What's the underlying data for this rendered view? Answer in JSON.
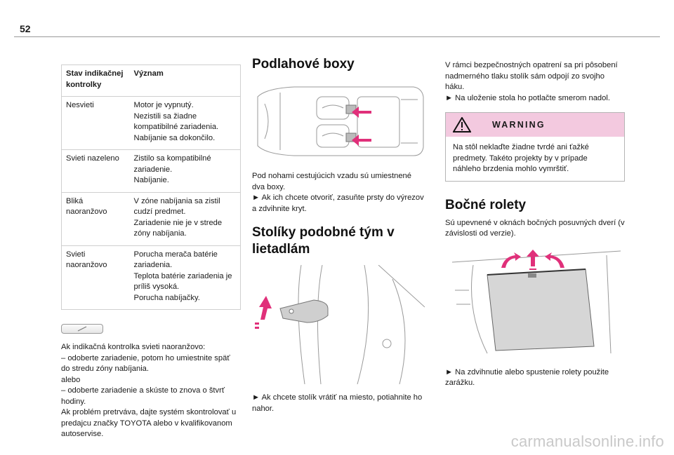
{
  "page": {
    "number": "52"
  },
  "table": {
    "headers": [
      "Stav indikačnej kontrolky",
      "Význam"
    ],
    "rows": [
      {
        "state": "Nesvieti",
        "meaning": "Motor je vypnutý.\nNezistili sa žiadne kompatibilné zariadenia.\nNabíjanie sa dokončilo."
      },
      {
        "state": "Svieti nazeleno",
        "meaning": "Zistilo sa kompatibilné zariadenie.\nNabíjanie."
      },
      {
        "state": "Bliká\nnaoranžovo",
        "meaning": "V zóne nabíjania sa zistil cudzí predmet.\nZariadenie nie je v strede zóny nabíjania."
      },
      {
        "state": "Svieti\nnaoranžovo",
        "meaning": "Porucha merača batérie zariadenia.\nTeplota batérie zariadenia je príliš vysoká.\nPorucha nabíjačky."
      }
    ]
  },
  "left_text": "Ak indikačná kontrolka svieti naoranžovo:\n–  odoberte zariadenie, potom ho umiestnite späť do stredu zóny nabíjania.\nalebo\n–  odoberte zariadenie a skúste to znova o štvrť hodiny.\nAk problém pretrváva, dajte systém skontrolovať u predajcu značky TOYOTA alebo v kvalifikovanom autoservise.",
  "floor_boxes": {
    "title": "Podlahové boxy",
    "text": "Pod nohami cestujúcich vzadu sú umiestnené dva boxy.\n►  Ak ich chcete otvoriť, zasuňte prsty do výrezov a zdvihnite kryt."
  },
  "tables_section": {
    "title": "Stolíky podobné tým v lietadlám",
    "text": "►  Ak chcete stolík vrátiť na miesto, potiahnite ho nahor."
  },
  "right_intro": "V rámci bezpečnostných opatrení sa pri pôsobení nadmerného tlaku stolík sám odpojí zo svojho háku.\n►  Na uloženie stola ho potlačte smerom nadol.",
  "warning": {
    "title": "WARNING",
    "text": "Na stôl neklaďte žiadne tvrdé ani ťažké predmety. Takéto projekty by v prípade náhleho brzdenia mohlo vymrštiť."
  },
  "blinds": {
    "title": "Bočné rolety",
    "intro": "Sú upevnené v oknách bočných posuvných dverí (v závislosti od verzie).",
    "text": "►  Na zdvihnutie alebo spustenie rolety použite zarážku."
  },
  "watermark": "carmanualsonline.info",
  "colors": {
    "accent_pink": "#f3c9df",
    "arrow_pink": "#e0307a"
  }
}
